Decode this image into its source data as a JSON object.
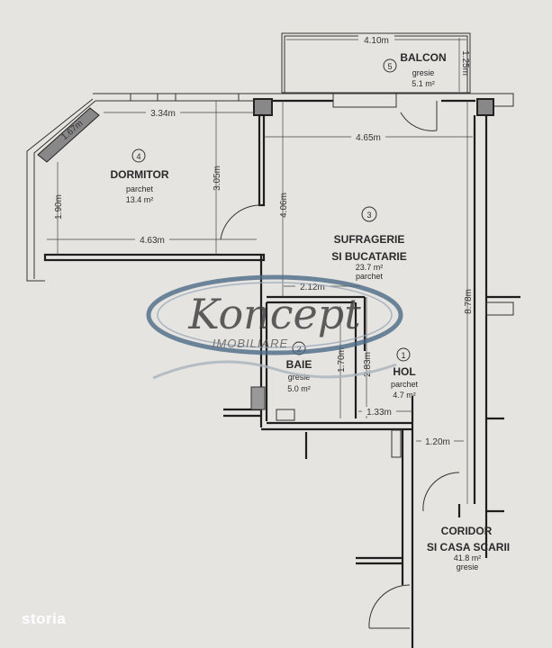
{
  "rooms": {
    "balcon": {
      "num": "5",
      "name": "BALCON",
      "floor": "gresie",
      "area": "5.1  m²"
    },
    "dormitor": {
      "num": "4",
      "name": "DORMITOR",
      "floor": "parchet",
      "area": "13.4  m²"
    },
    "sufragerie": {
      "num": "3",
      "name1": "SUFRAGERIE",
      "name2": "SI BUCATARIE",
      "area": "23.7  m²",
      "floor": "parchet"
    },
    "baie": {
      "num": "2",
      "name": "BAIE",
      "floor": "gresie",
      "area": "5.0  m²"
    },
    "hol": {
      "num": "1",
      "name": "HOL",
      "floor": "parchet",
      "area": "4.7  m²"
    },
    "coridor": {
      "name1": "CORIDOR",
      "name2": "SI CASA SCARII",
      "area": "41.8  m²",
      "floor": "gresie"
    }
  },
  "dimensions": {
    "balcon_w": "4.10m",
    "balcon_h": "1.25m",
    "dorm_top": "3.34m",
    "dorm_diag": "1.67m",
    "dorm_h": "3.05m",
    "dorm_left": "1.90m",
    "dorm_bottom": "4.63m",
    "suf_w": "4.65m",
    "suf_h": "4.06m",
    "total_h": "8.78m",
    "baie_w": "2.12m",
    "baie_h": "1.70m",
    "hol_h": "2.83m",
    "hol_w": "1.33m",
    "cor_w": "1.20m"
  },
  "watermark": {
    "brand": "Koncept",
    "sub": "IMOBILIARE"
  },
  "source_logo": "storia"
}
